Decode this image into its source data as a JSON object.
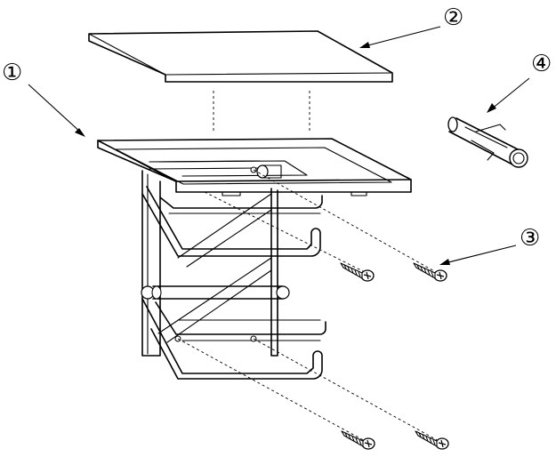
{
  "labels": {
    "frame": "①",
    "top_panel": "②",
    "screws": "③",
    "wall_anchor": "④"
  }
}
